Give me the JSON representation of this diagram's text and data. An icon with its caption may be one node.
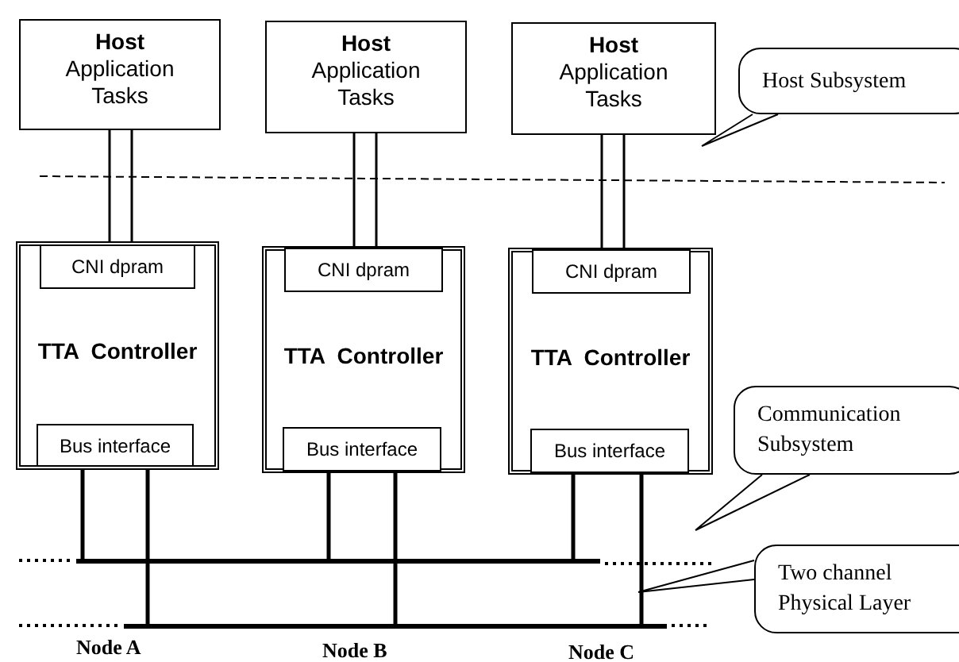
{
  "diagram": {
    "nodes": [
      {
        "text": [
          "Host",
          "Application Tasks"
        ]
      },
      {
        "text": [
          "Host",
          "Application Tasks"
        ]
      },
      {
        "text": [
          "Host",
          "Application Tasks"
        ]
      },
      {
        "text": [
          "TTA  Controller"
        ]
      },
      {
        "text": [
          "CNI dpram"
        ],
        "in": 3
      },
      {
        "text": [
          "Bus interface"
        ],
        "in": 3
      },
      {
        "text": [
          "TTA  Controller"
        ]
      },
      {
        "text": [
          "CNI dpram"
        ],
        "in": 6
      },
      {
        "text": [
          "Bus interface"
        ],
        "in": 6
      },
      {
        "text": [
          "TTA  Controller"
        ]
      },
      {
        "text": [
          "CNI dpram"
        ],
        "in": 9
      },
      {
        "text": [
          "Bus interface"
        ],
        "in": 9
      },
      {
        "text": [
          "Host Subsystem"
        ]
      },
      {
        "text": [
          "Communication Subsystem"
        ]
      },
      {
        "text": [
          "Two channel Physical Layer"
        ]
      },
      {
        "text": [],
        "shape": "bar"
      },
      {
        "text": [],
        "shape": "bar"
      }
    ],
    "edges": [
      {
        "from": 0,
        "to": 4,
        "arrow": "none"
      },
      {
        "from": 1,
        "to": 7,
        "arrow": "none"
      },
      {
        "from": 2,
        "to": 10,
        "arrow": "none"
      },
      {
        "from": 5,
        "to": 15,
        "arrow": "none"
      },
      {
        "from": 5,
        "to": 16,
        "arrow": "none"
      },
      {
        "from": 8,
        "to": 15,
        "arrow": "none"
      },
      {
        "from": 8,
        "to": 16,
        "arrow": "none"
      },
      {
        "from": 11,
        "to": 15,
        "arrow": "none"
      },
      {
        "from": 11,
        "to": 16,
        "arrow": "none"
      },
      {
        "from": 12,
        "to": null,
        "arrow": "none"
      },
      {
        "from": 13,
        "to": null,
        "arrow": "none"
      },
      {
        "from": 14,
        "to": null,
        "arrow": "none"
      }
    ],
    "labels": [
      "Node A",
      "Node B",
      "Node C"
    ]
  }
}
